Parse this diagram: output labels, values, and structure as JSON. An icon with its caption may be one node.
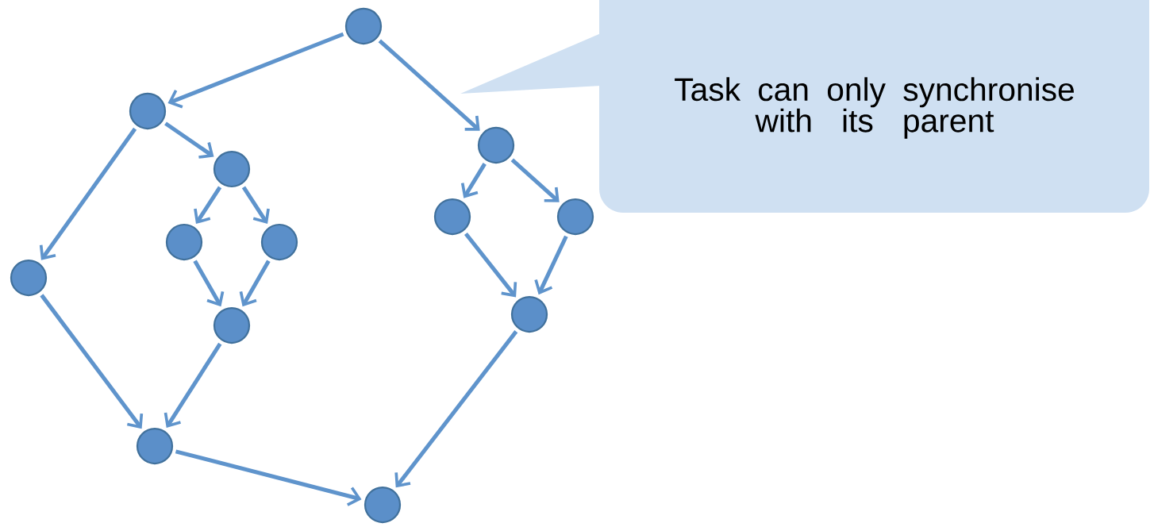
{
  "diagram": {
    "nodes": [
      {
        "text": [],
        "shape": "circle"
      },
      {
        "text": [],
        "shape": "circle"
      },
      {
        "text": [],
        "shape": "circle"
      },
      {
        "text": [],
        "shape": "circle"
      },
      {
        "text": [],
        "shape": "circle"
      },
      {
        "text": [],
        "shape": "circle"
      },
      {
        "text": [],
        "shape": "circle"
      },
      {
        "text": [],
        "shape": "circle"
      },
      {
        "text": [],
        "shape": "circle"
      },
      {
        "text": [],
        "shape": "circle"
      },
      {
        "text": [],
        "shape": "circle"
      },
      {
        "text": [],
        "shape": "circle"
      },
      {
        "text": [],
        "shape": "circle"
      },
      {
        "text": [
          "Task can only synchronise with its parent"
        ]
      }
    ],
    "edges": [
      {
        "from": 0,
        "to": 1,
        "arrow": "to"
      },
      {
        "from": 0,
        "to": 9,
        "arrow": "to"
      },
      {
        "from": 1,
        "to": 2,
        "arrow": "to"
      },
      {
        "from": 1,
        "to": 6,
        "arrow": "to"
      },
      {
        "from": 2,
        "to": 3,
        "arrow": "to"
      },
      {
        "from": 2,
        "to": 4,
        "arrow": "to"
      },
      {
        "from": 3,
        "to": 5,
        "arrow": "to"
      },
      {
        "from": 4,
        "to": 5,
        "arrow": "to"
      },
      {
        "from": 6,
        "to": 7,
        "arrow": "to"
      },
      {
        "from": 5,
        "to": 7,
        "arrow": "to"
      },
      {
        "from": 7,
        "to": 8,
        "arrow": "to"
      },
      {
        "from": 9,
        "to": 10,
        "arrow": "to"
      },
      {
        "from": 9,
        "to": 11,
        "arrow": "to"
      },
      {
        "from": 10,
        "to": 12,
        "arrow": "to"
      },
      {
        "from": 11,
        "to": 12,
        "arrow": "to"
      },
      {
        "from": 12,
        "to": 8,
        "arrow": "to"
      }
    ]
  }
}
